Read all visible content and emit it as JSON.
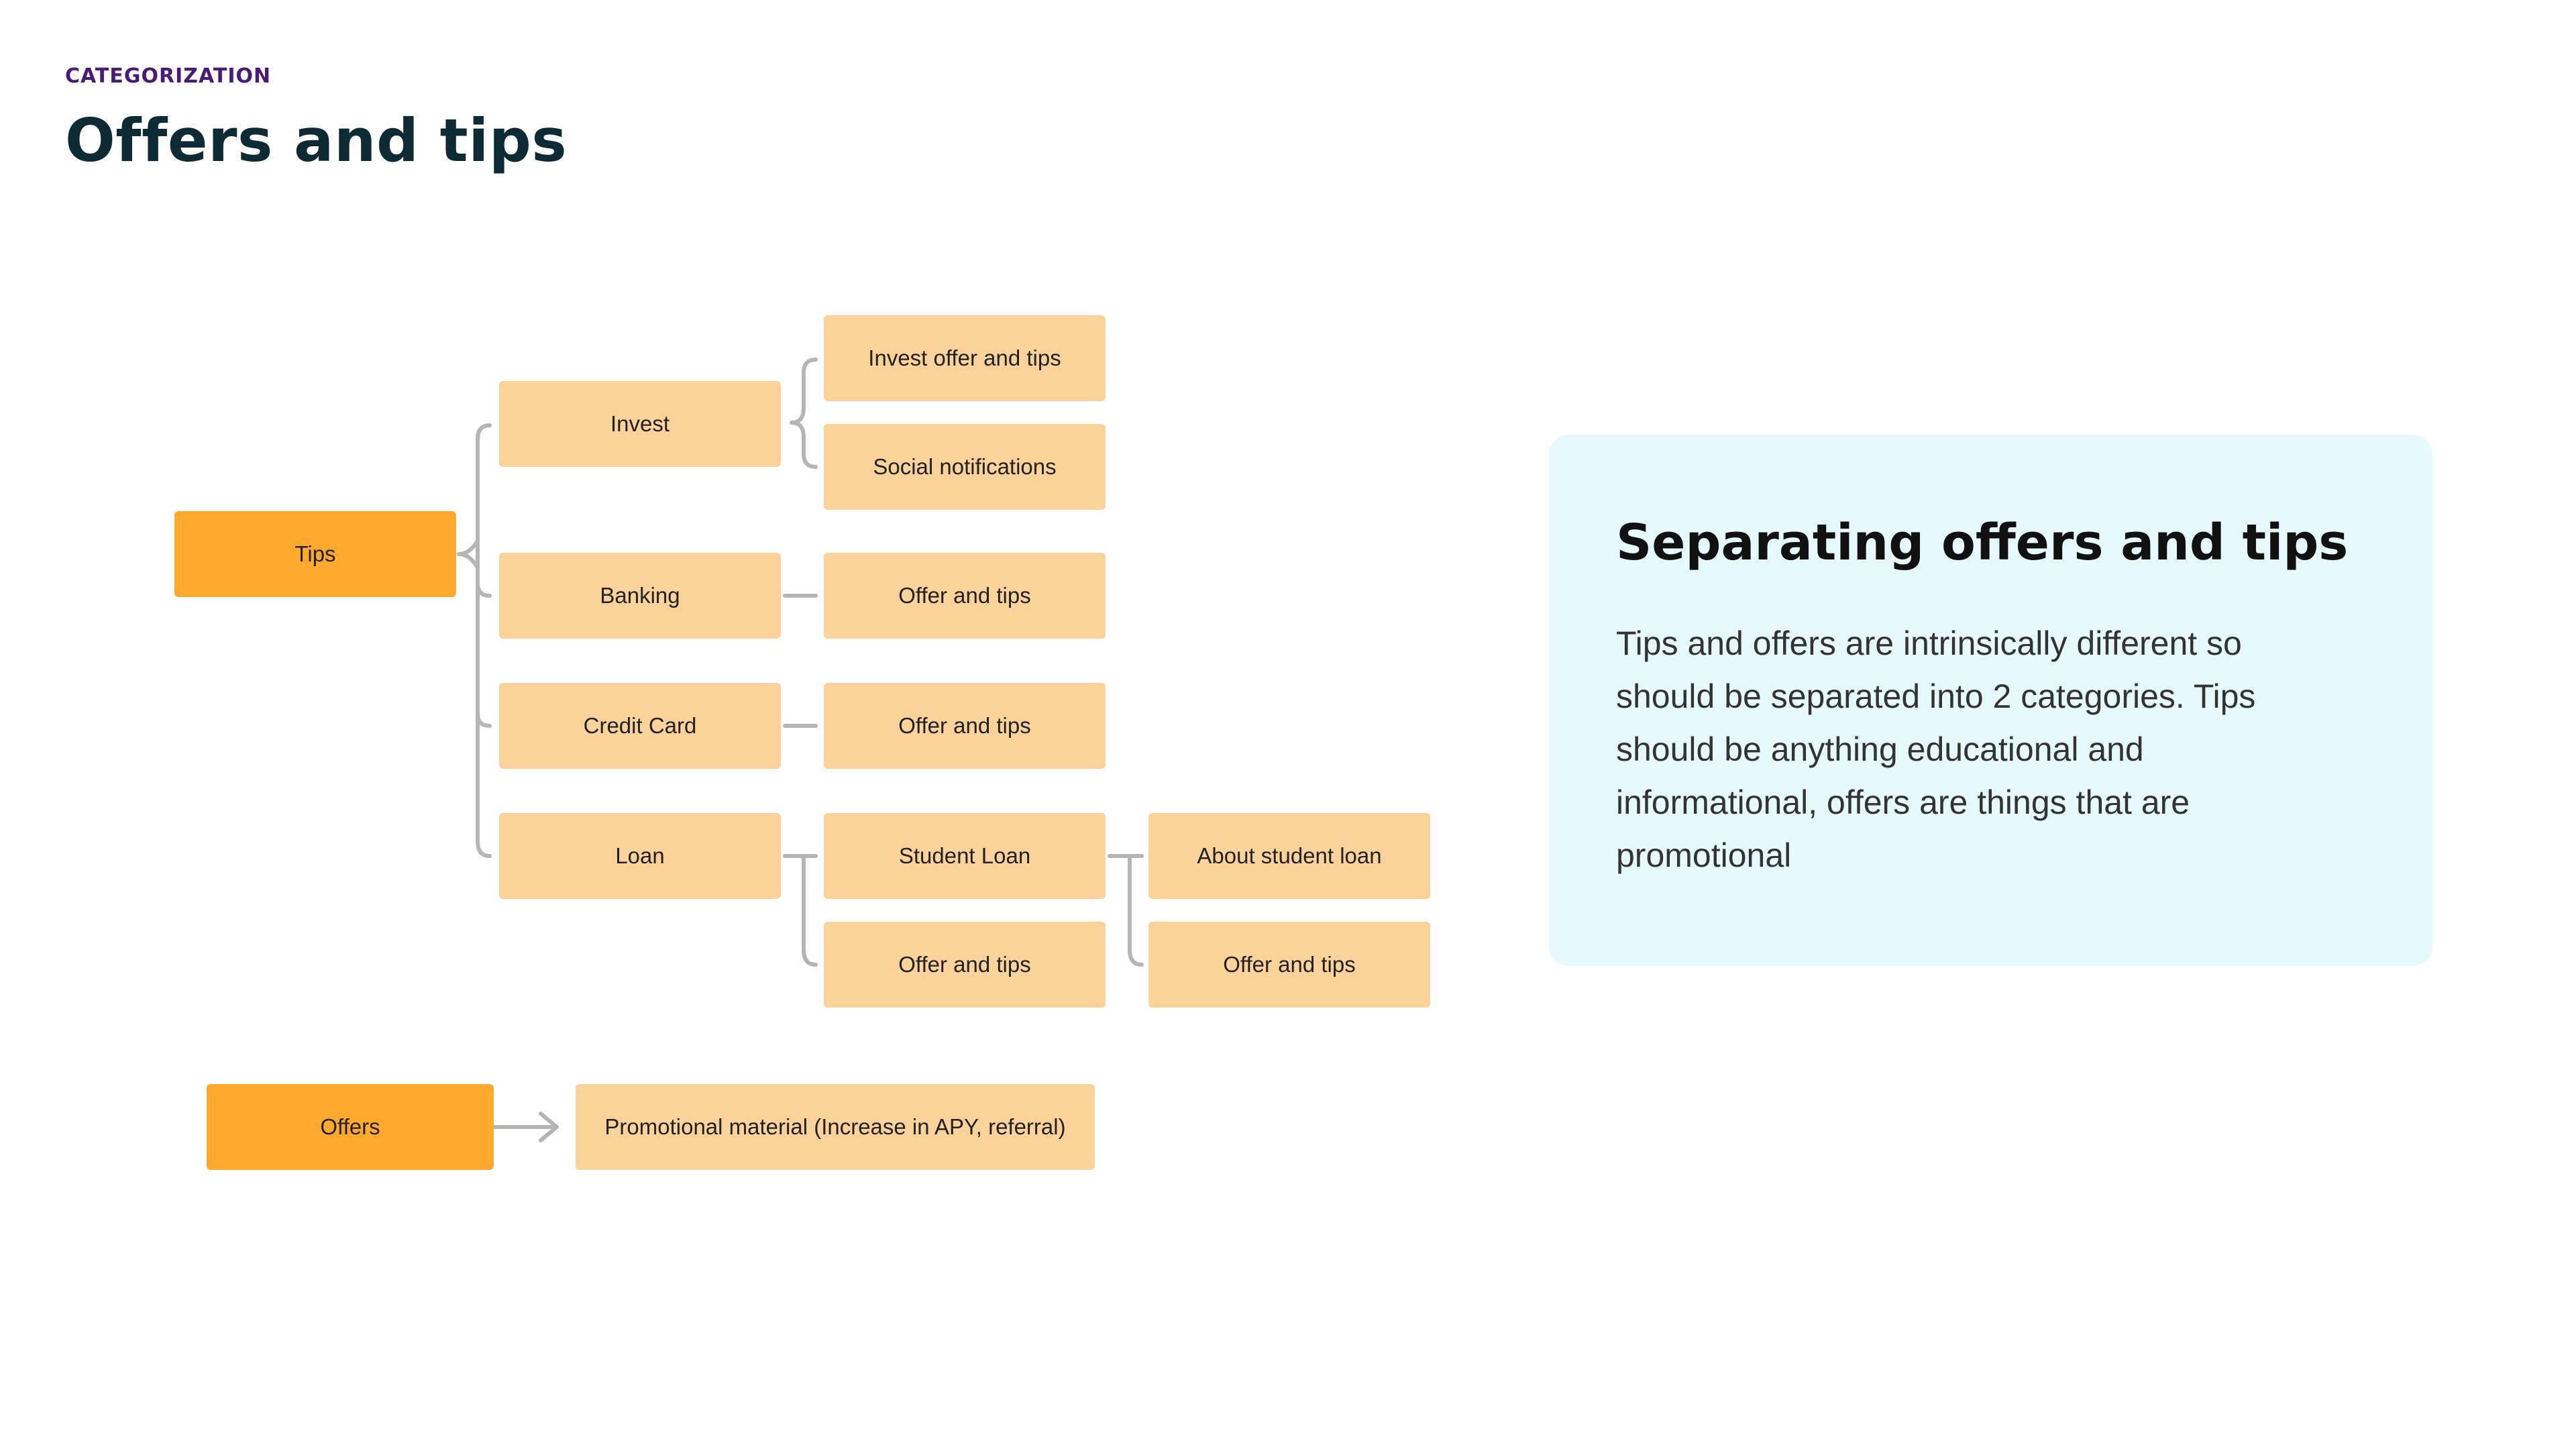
{
  "header": {
    "eyebrow": "CATEGORIZATION",
    "title": "Offers and tips"
  },
  "diagram": {
    "tips": {
      "label": "Tips",
      "children": {
        "invest": {
          "label": "Invest",
          "children": [
            "Invest offer and tips",
            "Social notifications"
          ]
        },
        "banking": {
          "label": "Banking",
          "children": [
            "Offer and tips"
          ]
        },
        "credit_card": {
          "label": "Credit Card",
          "children": [
            "Offer and tips"
          ]
        },
        "loan": {
          "label": "Loan",
          "student_loan": {
            "label": "Student Loan",
            "children": [
              "About student loan",
              "Offer and tips"
            ]
          },
          "offer_and_tips": "Offer and tips"
        }
      }
    },
    "offers": {
      "label": "Offers",
      "children": [
        "Promotional material (Increase in APY, referral)"
      ]
    }
  },
  "callout": {
    "title": "Separating offers and tips",
    "body": "Tips and offers are intrinsically different so should be separated into 2 categories. Tips should be anything educational and informational, offers are things that are promotional"
  },
  "colors": {
    "primary_node": "#ffa82e",
    "secondary_node": "#fcd29b",
    "connector": "#b5b5b5",
    "callout_bg": "#e6f9fd",
    "eyebrow": "#4a1a7a",
    "title": "#0d2a35"
  }
}
